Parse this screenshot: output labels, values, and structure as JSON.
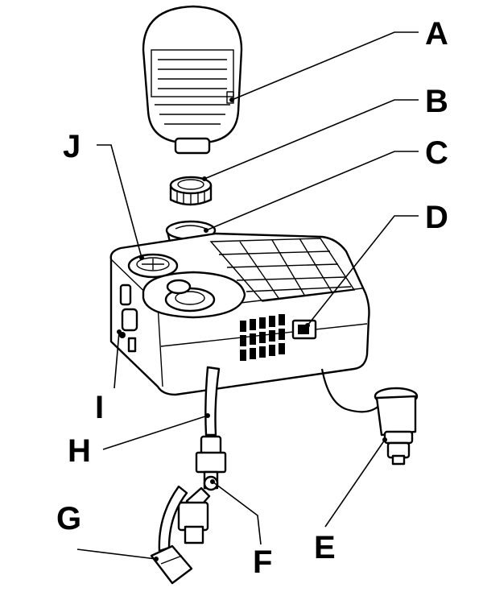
{
  "callouts": [
    {
      "id": "a",
      "label": "A"
    },
    {
      "id": "b",
      "label": "B"
    },
    {
      "id": "c",
      "label": "C"
    },
    {
      "id": "d",
      "label": "D"
    },
    {
      "id": "e",
      "label": "E"
    },
    {
      "id": "f",
      "label": "F"
    },
    {
      "id": "g",
      "label": "G"
    },
    {
      "id": "h",
      "label": "H"
    },
    {
      "id": "i",
      "label": "I"
    },
    {
      "id": "j",
      "label": "J"
    }
  ],
  "colors": {
    "line": "#000000",
    "background": "#ffffff"
  }
}
